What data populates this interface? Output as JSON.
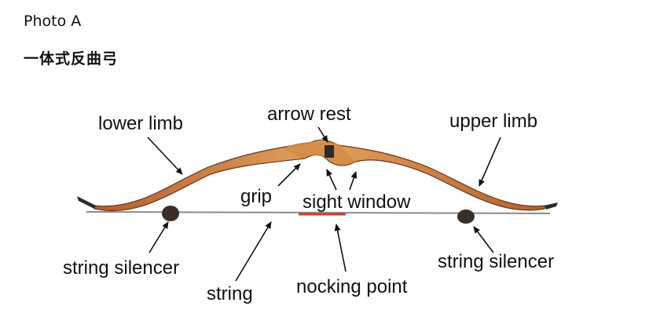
{
  "header": {
    "photo_label": "Photo A",
    "subtitle": "一体式反曲弓"
  },
  "labels": {
    "lower_limb": "lower limb",
    "arrow_rest": "arrow rest",
    "upper_limb": "upper limb",
    "grip": "grip",
    "sight_window": "sight window",
    "string_silencer_left": "string silencer",
    "string": "string",
    "nocking_point": "nocking point",
    "string_silencer_right": "string silencer"
  },
  "colors": {
    "limb_wood": "#a9592c",
    "riser_wood": "#c8743a",
    "limb_tip": "#2a2a2a",
    "string": "#8a8a8a",
    "nocking_point": "#d23a2a",
    "silencer": "#3a2e28"
  }
}
